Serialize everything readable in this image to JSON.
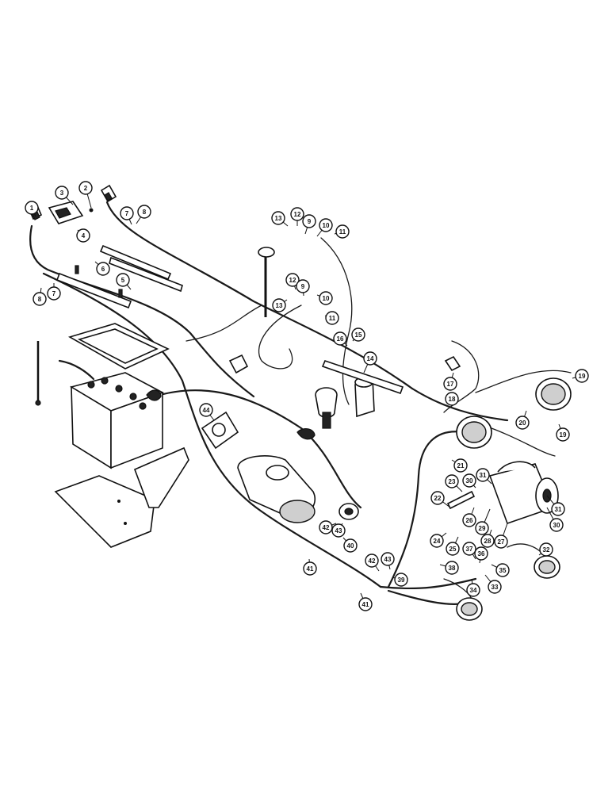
{
  "callouts": [
    {
      "n": "1"
    },
    {
      "n": "2"
    },
    {
      "n": "3"
    },
    {
      "n": "4"
    },
    {
      "n": "5"
    },
    {
      "n": "6"
    },
    {
      "n": "7"
    },
    {
      "n": "8"
    },
    {
      "n": "7"
    },
    {
      "n": "8"
    },
    {
      "n": "13"
    },
    {
      "n": "12"
    },
    {
      "n": "9"
    },
    {
      "n": "10"
    },
    {
      "n": "11"
    },
    {
      "n": "12"
    },
    {
      "n": "9"
    },
    {
      "n": "13"
    },
    {
      "n": "10"
    },
    {
      "n": "11"
    },
    {
      "n": "16"
    },
    {
      "n": "15"
    },
    {
      "n": "14"
    },
    {
      "n": "17"
    },
    {
      "n": "18"
    },
    {
      "n": "19"
    },
    {
      "n": "19"
    },
    {
      "n": "20"
    },
    {
      "n": "44"
    },
    {
      "n": "21"
    },
    {
      "n": "23"
    },
    {
      "n": "30"
    },
    {
      "n": "31"
    },
    {
      "n": "22"
    },
    {
      "n": "26"
    },
    {
      "n": "29"
    },
    {
      "n": "31"
    },
    {
      "n": "30"
    },
    {
      "n": "24"
    },
    {
      "n": "25"
    },
    {
      "n": "28"
    },
    {
      "n": "27"
    },
    {
      "n": "42"
    },
    {
      "n": "43"
    },
    {
      "n": "40"
    },
    {
      "n": "41"
    },
    {
      "n": "37"
    },
    {
      "n": "36"
    },
    {
      "n": "38"
    },
    {
      "n": "32"
    },
    {
      "n": "42"
    },
    {
      "n": "43"
    },
    {
      "n": "39"
    },
    {
      "n": "35"
    },
    {
      "n": "34"
    },
    {
      "n": "33"
    },
    {
      "n": "41"
    }
  ]
}
